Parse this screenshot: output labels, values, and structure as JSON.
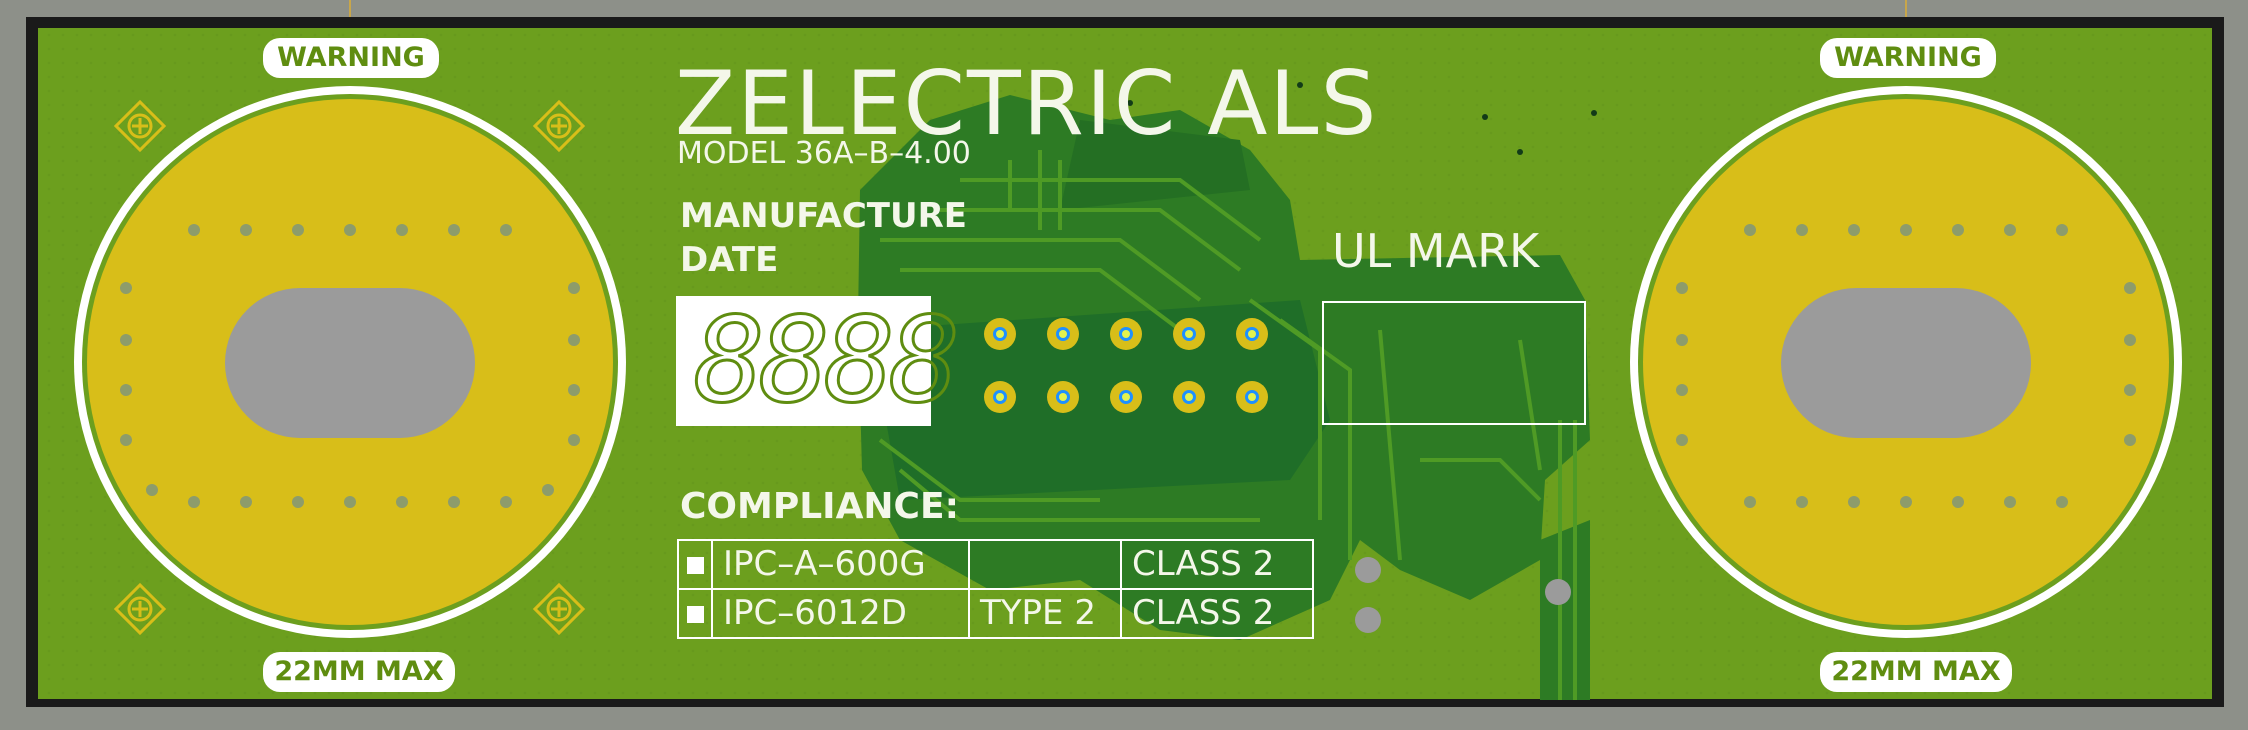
{
  "board": {
    "brand": "ZELECTRIC ALS",
    "model": "MODEL 36A–B–4.00",
    "manufacture_label_line1": "MANUFACTURE",
    "manufacture_label_line2": "DATE",
    "date_digits": "8888",
    "ul_label": "UL MARK",
    "compliance_label": "COMPLIANCE:",
    "compliance_rows": [
      {
        "standard": "IPC–A–600G",
        "type": "",
        "class": "CLASS 2"
      },
      {
        "standard": "IPC–6012D",
        "type": "TYPE 2",
        "class": "CLASS 2"
      }
    ]
  },
  "left_pad": {
    "warning_label": "WARNING",
    "max_label": "22MM MAX"
  },
  "right_pad": {
    "warning_label": "WARNING",
    "max_label": "22MM MAX"
  },
  "colors": {
    "board_green": "#6c9f1e",
    "copper_dark": "#1f7a2e",
    "pad_yellow": "#d8be19",
    "hole_gray": "#9b9b9b",
    "frame": "#1a1a1a",
    "silkscreen": "#ffffff"
  }
}
